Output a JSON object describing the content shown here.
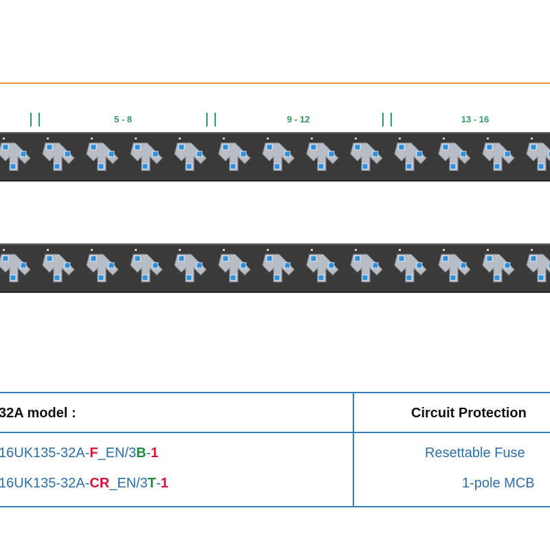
{
  "top_label": "-",
  "groups": [
    {
      "label": "5 - 8"
    },
    {
      "label": "9 - 12"
    },
    {
      "label": "13 - 16"
    }
  ],
  "colors": {
    "accent_line": "#f0922e",
    "group_text": "#2e9a5e",
    "strip_body": "#3a3a3a",
    "socket_face": "#b8bcc4",
    "socket_pin": "#2f8fd8",
    "table_border": "#2f7fc0",
    "model_text": "#2b6ea8",
    "code_red": "#d4143c",
    "code_green": "#1f8a3c"
  },
  "table": {
    "header_model": "32A model :",
    "header_protection": "Circuit Protection",
    "rows": [
      {
        "model_prefix": "16UK135-32A-",
        "code1": "F",
        "mid": "_EN/3",
        "code2": "B",
        "sep": "-",
        "code3": "1",
        "protection": "Resettable Fuse"
      },
      {
        "model_prefix": "16UK135-32A-",
        "code1": "CR",
        "mid": "_EN/3",
        "code2": "T",
        "sep": "-",
        "code3": "1",
        "protection": "1-pole MCB"
      }
    ]
  }
}
